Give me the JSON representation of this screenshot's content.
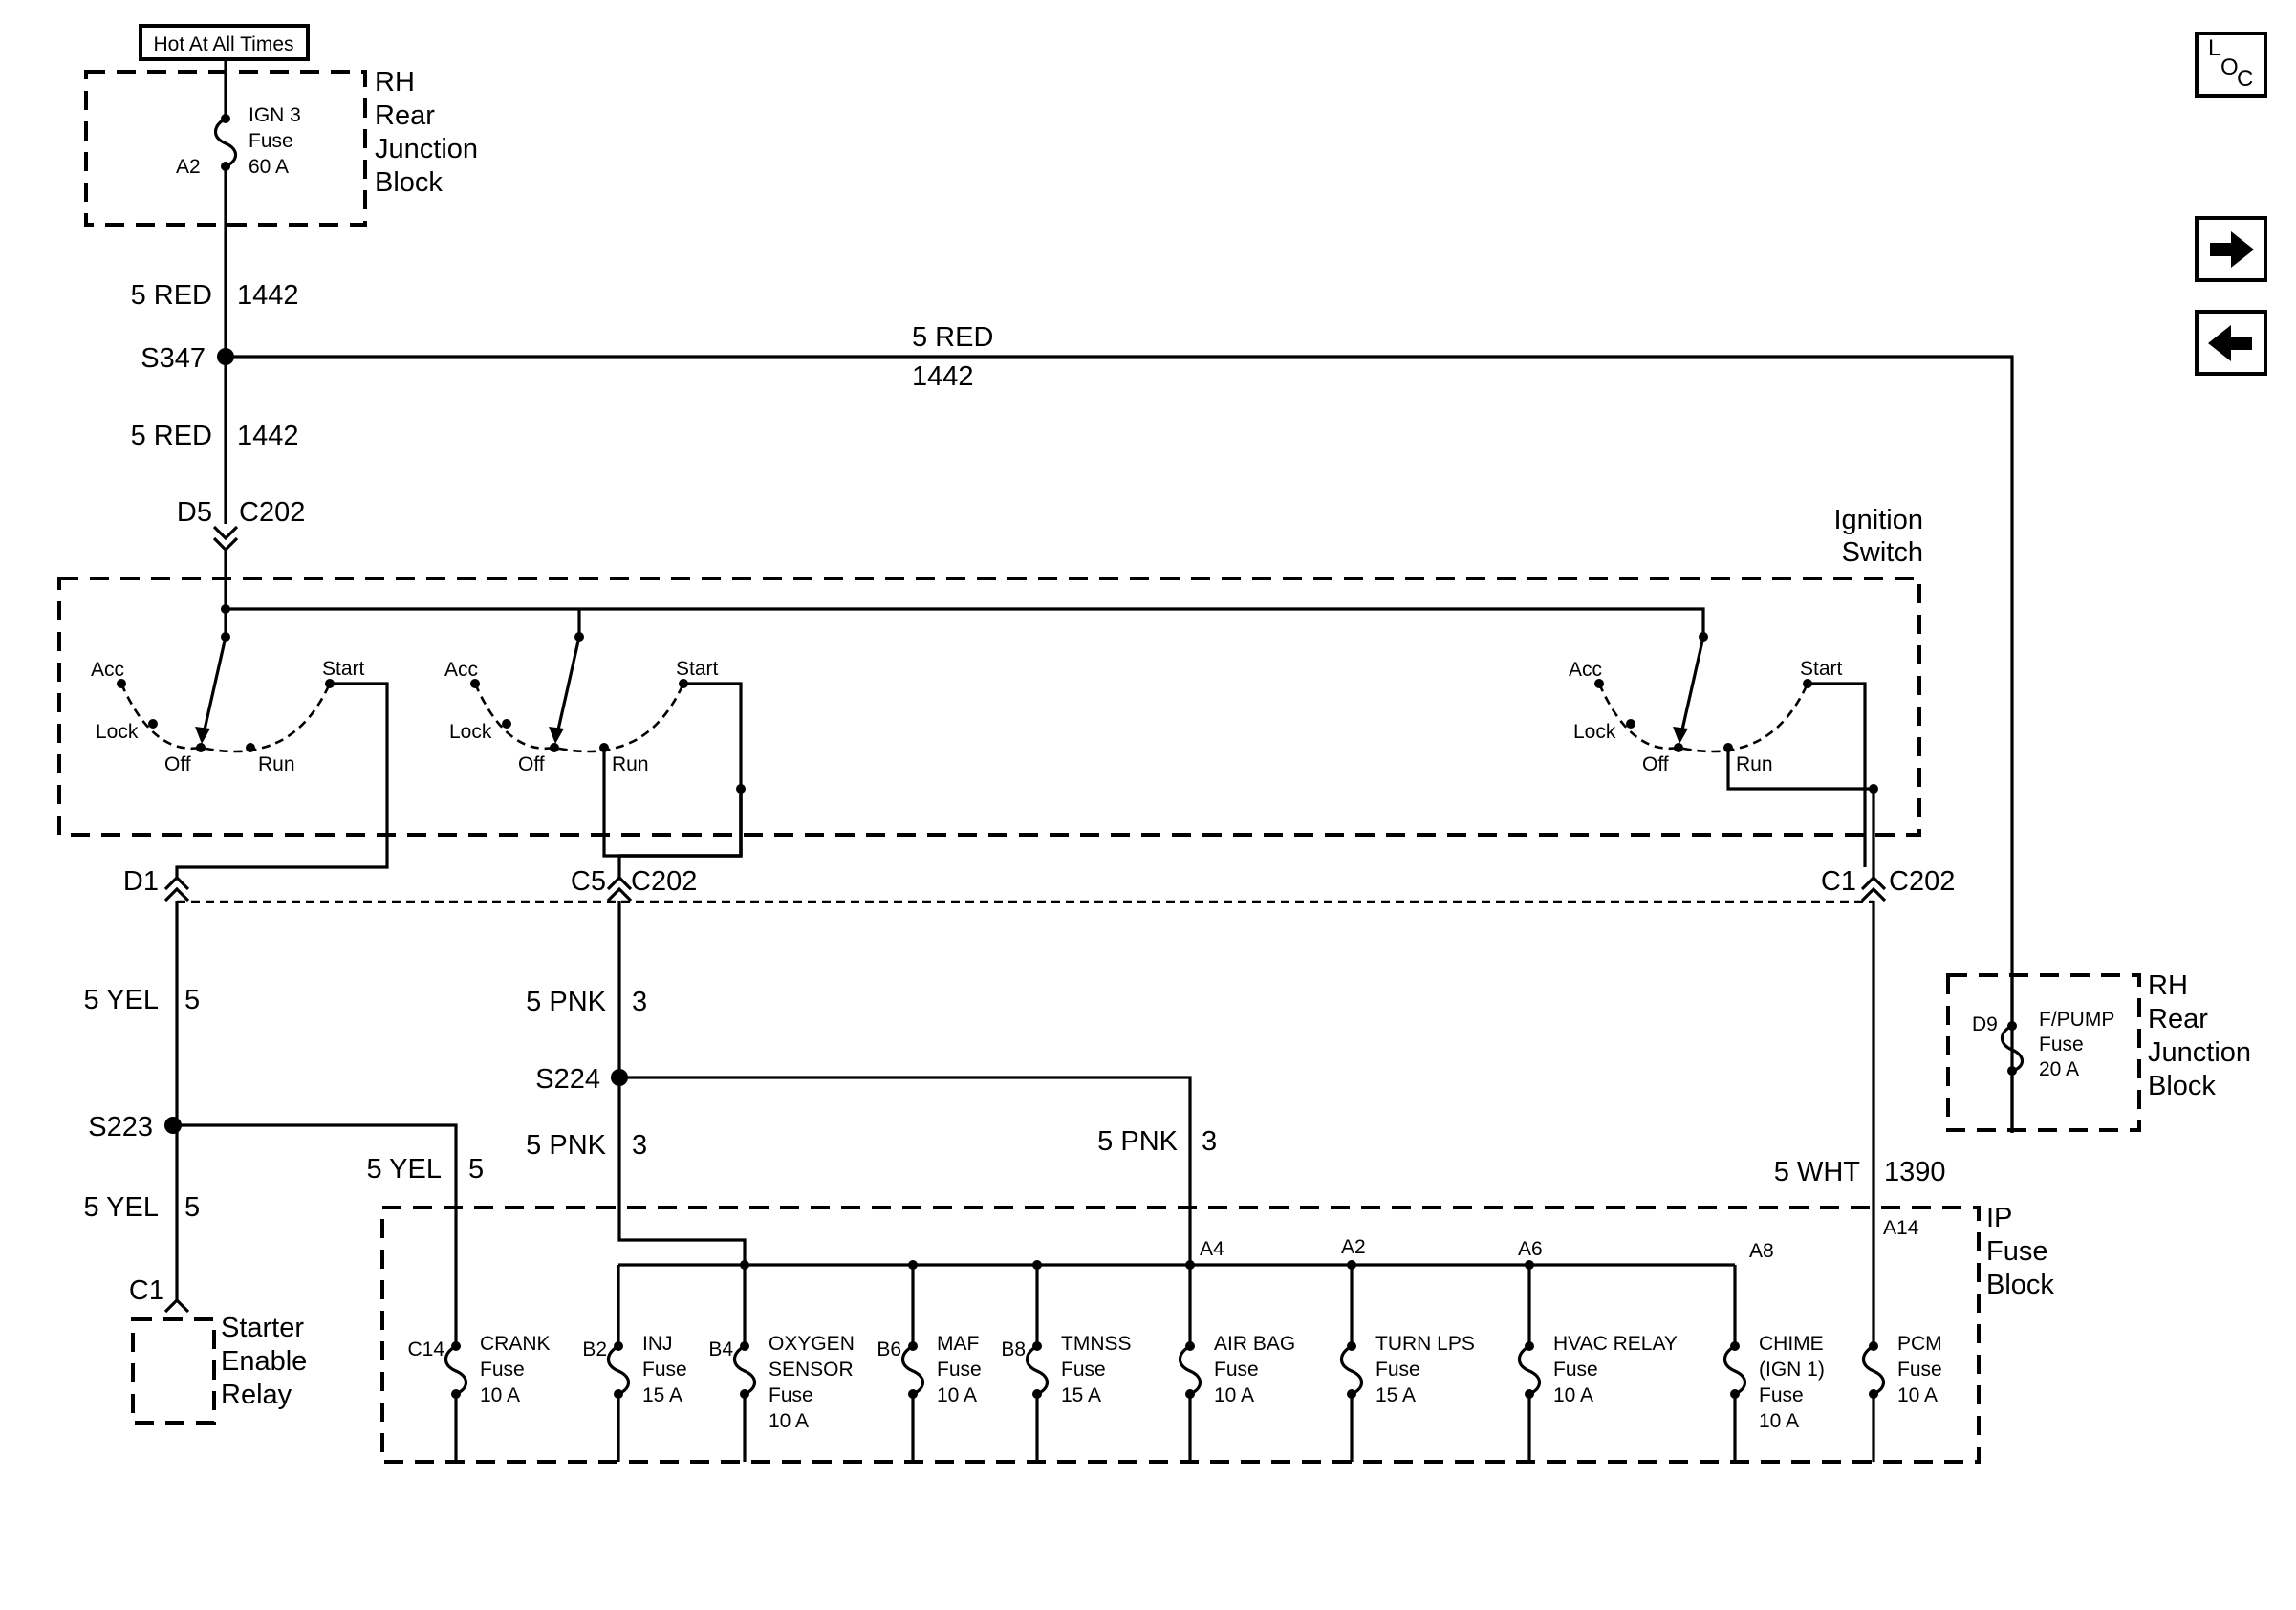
{
  "top_label": "Hot At All Times",
  "rear_junction_top": {
    "fuse_name": "IGN 3",
    "fuse_word": "Fuse",
    "fuse_rating": "60 A",
    "pin": "A2",
    "title": [
      "RH",
      "Rear",
      "Junction",
      "Block"
    ]
  },
  "wires": {
    "w1_color": "5 RED",
    "w1_circuit": "1442",
    "splice_s347": "S347",
    "w2_color": "5 RED",
    "w2_circuit": "1442",
    "w3_color": "5 RED",
    "w3_circuit": "1442",
    "d5": "D5",
    "c202_a": "C202",
    "d1": "D1",
    "c5": "C5",
    "c202_b": "C202",
    "c1": "C1",
    "c202_c": "C202",
    "yel1_color": "5 YEL",
    "yel1_circuit": "5",
    "pnk1_color": "5 PNK",
    "pnk1_circuit": "3",
    "splice_s224": "S224",
    "splice_s223": "S223",
    "pnk2_color": "5 PNK",
    "pnk2_circuit": "3",
    "pnk3_color": "5 PNK",
    "pnk3_circuit": "3",
    "yel2_color": "5 YEL",
    "yel2_circuit": "5",
    "yel3_color": "5 YEL",
    "yel3_circuit": "5",
    "wht_color": "5 WHT",
    "wht_circuit": "1390",
    "c1_relay": "C1"
  },
  "ignition_switch": {
    "title": [
      "Ignition",
      "Switch"
    ],
    "acc": "Acc",
    "start": "Start",
    "lock": "Lock",
    "off": "Off",
    "run": "Run"
  },
  "rear_junction_right": {
    "pin": "D9",
    "fuse_name": "F/PUMP",
    "fuse_word": "Fuse",
    "fuse_rating": "20 A",
    "title": [
      "RH",
      "Rear",
      "Junction",
      "Block"
    ]
  },
  "starter_relay": [
    "Starter",
    "Enable",
    "Relay"
  ],
  "ip_fuse_block": {
    "title": [
      "IP",
      "Fuse",
      "Block"
    ],
    "pin_a4": "A4",
    "pin_a2": "A2",
    "pin_a6": "A6",
    "pin_a8": "A8",
    "pin_a14": "A14",
    "fuses": [
      {
        "pin": "C14",
        "lines": [
          "CRANK",
          "Fuse",
          "10 A"
        ]
      },
      {
        "pin": "B2",
        "lines": [
          "INJ",
          "Fuse",
          "15 A"
        ]
      },
      {
        "pin": "B4",
        "lines": [
          "OXYGEN",
          "SENSOR",
          "Fuse",
          "10 A"
        ]
      },
      {
        "pin": "B6",
        "lines": [
          "MAF",
          "Fuse",
          "10 A"
        ]
      },
      {
        "pin": "B8",
        "lines": [
          "TMNSS",
          "Fuse",
          "15 A"
        ]
      },
      {
        "pin": "",
        "lines": [
          "AIR BAG",
          "Fuse",
          "10 A"
        ]
      },
      {
        "pin": "",
        "lines": [
          "TURN LPS",
          "Fuse",
          "15 A"
        ]
      },
      {
        "pin": "",
        "lines": [
          "HVAC RELAY",
          "Fuse",
          "10 A"
        ]
      },
      {
        "pin": "",
        "lines": [
          "CHIME",
          "(IGN 1)",
          "Fuse",
          "10 A"
        ]
      },
      {
        "pin": "",
        "lines": [
          "PCM",
          "Fuse",
          "10 A"
        ]
      }
    ]
  },
  "nav": {
    "loc_l": "L",
    "loc_o": "O",
    "loc_c": "C",
    "next_icon": "arrow-right-icon",
    "prev_icon": "arrow-left-icon"
  }
}
